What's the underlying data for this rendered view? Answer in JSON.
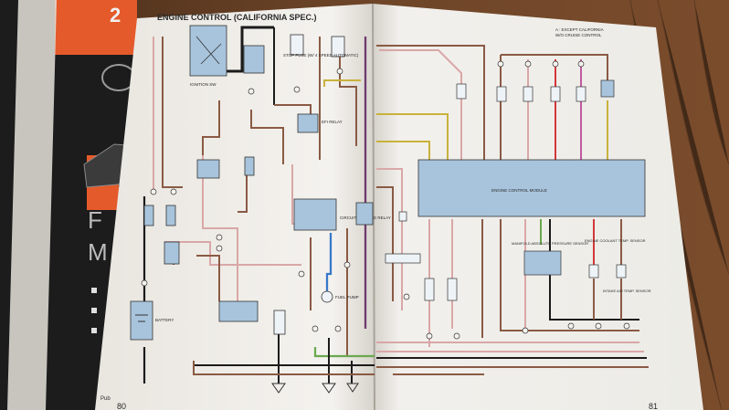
{
  "header": {
    "title": "ENGINE CONTROL (CALIFORNIA SPEC.)",
    "legend_1": "A : EXCEPT CALIFORNIA",
    "legend_2": "W/O CRUISE CONTROL"
  },
  "labels": {
    "ecm": "ENGINE CONTROL MODULE",
    "battery": "BATTERY",
    "ignition_sw": "IGNITION SW",
    "efi_relay": "EFI RELAY",
    "circuit_opening_relay": "CIRCUIT OPENING RELAY",
    "fuel_pump": "FUEL PUMP",
    "manifold_sensor": "MANIFOLD ABSOLUTE PRESSURE SENSOR",
    "coolant_temp": "ENGINE COOLANT TEMP. SENSOR",
    "air_temp": "INTAKE AIR TEMP. SENSOR",
    "ecu_note": "STOP FUSE (W/ 4 SPEED AUTOMATIC)"
  },
  "footer": {
    "publisher": "Pub",
    "page_left": "80",
    "page_right": "81"
  },
  "colors": {
    "page": "#f4f2ee",
    "wood": "#6b4427",
    "black": "#1b1b1b",
    "brown": "#8a5a44",
    "pink": "#d9a7a7",
    "blue": "#3a78c9",
    "yellow": "#c9b23a",
    "red": "#d2383a",
    "magenta": "#c05aa0",
    "green": "#6aa84f",
    "violet": "#6e3a6e",
    "component": "#a8c4dc"
  }
}
